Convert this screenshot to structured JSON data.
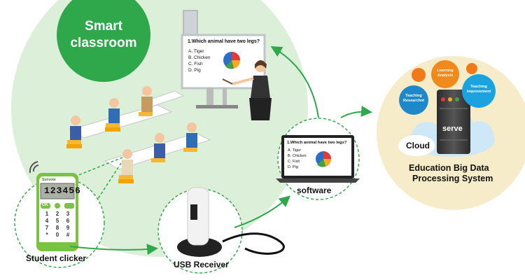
{
  "title": "Smart classroom",
  "title_lines": [
    "Smart",
    "classroom"
  ],
  "board": {
    "question": "1.Which animal have two legs?",
    "options": [
      "A.  Tiger",
      "B.  Chicken",
      "C.  Fish",
      "D.  Pig"
    ]
  },
  "laptop": {
    "question": "1.Which animal have two legs?",
    "options": [
      "A.  Tiger",
      "B.  Chicken",
      "C.  Fish",
      "D.  Pig"
    ],
    "label": "software"
  },
  "clicker": {
    "label": "Student clicker",
    "brand": "Sunvote",
    "display": "123456",
    "keys": [
      "1",
      "2",
      "3",
      "4",
      "5",
      "6",
      "7",
      "8",
      "9",
      "*",
      "0",
      "#"
    ],
    "ok": "OK"
  },
  "usb": {
    "label": "USB Receiver"
  },
  "cloud_system": {
    "cloud_label": "Cloud",
    "server_label": "serve",
    "name_lines": [
      "Education Big Data",
      "Processing System"
    ],
    "bubbles": [
      {
        "label": "Teaching Researchnt",
        "color": "#1e88c9"
      },
      {
        "label": "Learning Analysis",
        "color": "#f08a1c"
      },
      {
        "label": "Teaching improvement",
        "color": "#1aa3de"
      }
    ]
  },
  "colors": {
    "classroom_bg": "#dcefd8",
    "title_circle": "#2ea84a",
    "dashed": "#37a94b",
    "arrow": "#2ea84a",
    "system_bg": "#f7ecc9",
    "orange": "#f07a1a"
  }
}
